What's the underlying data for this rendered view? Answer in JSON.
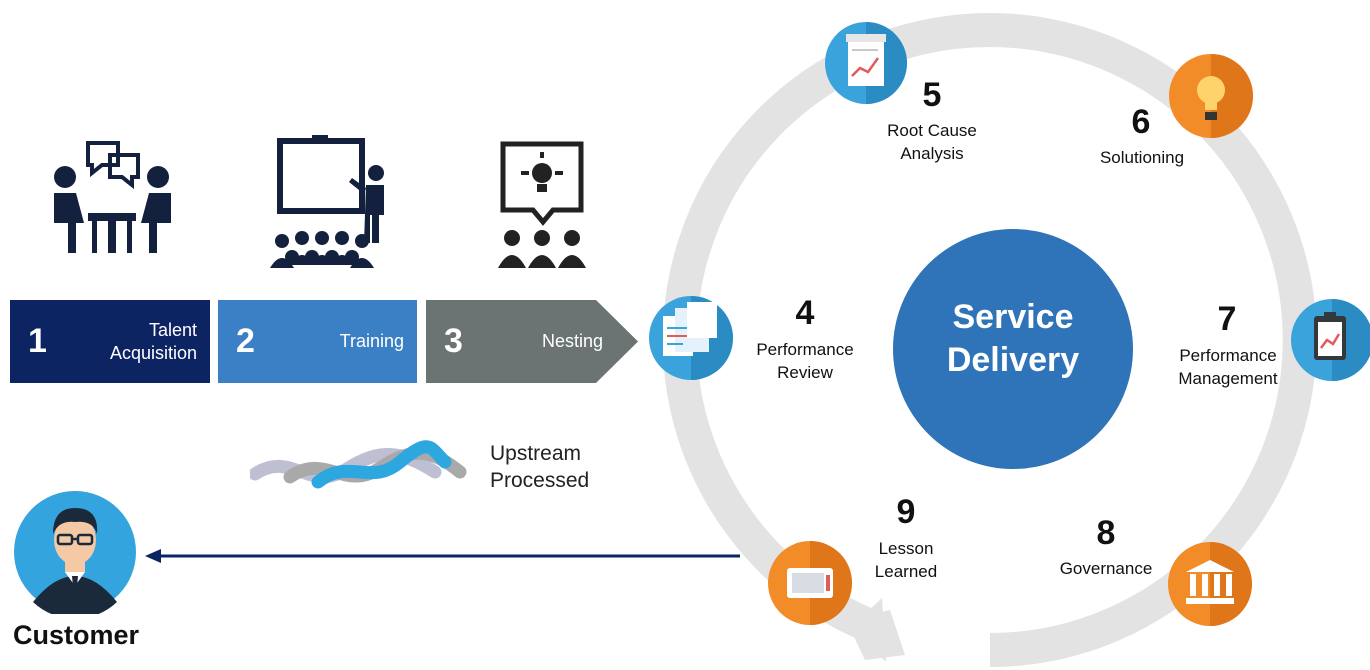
{
  "stages": [
    {
      "num": "1",
      "label_line1": "Talent",
      "label_line2": "Acquisition",
      "color": "#0d2463"
    },
    {
      "num": "2",
      "label": "Training",
      "color": "#3b7fc5"
    },
    {
      "num": "3",
      "label": "Nesting",
      "color": "#6b7373"
    }
  ],
  "upstream": {
    "line1": "Upstream",
    "line2": "Processed"
  },
  "customer": {
    "label": "Customer"
  },
  "center": {
    "line1": "Service",
    "line2": "Delivery",
    "color": "#2f73b8"
  },
  "steps": [
    {
      "num": "4",
      "line1": "Performance",
      "line2": "Review",
      "icon": "performance-review-icon"
    },
    {
      "num": "5",
      "line1": "Root Cause",
      "line2": "Analysis",
      "icon": "report-chart-icon"
    },
    {
      "num": "6",
      "line1": "Solutioning",
      "icon": "lightbulb-icon"
    },
    {
      "num": "7",
      "line1": "Performance",
      "line2": "Management",
      "icon": "clipboard-icon"
    },
    {
      "num": "8",
      "line1": "Governance",
      "icon": "institution-icon"
    },
    {
      "num": "9",
      "line1": "Lesson",
      "line2": "Learned",
      "icon": "presentation-screen-icon"
    }
  ],
  "colors": {
    "ring": "#e3e3e3",
    "blue_icon": "#3aa3dc",
    "orange_icon": "#f28c28",
    "arrow": "#0d2463"
  }
}
